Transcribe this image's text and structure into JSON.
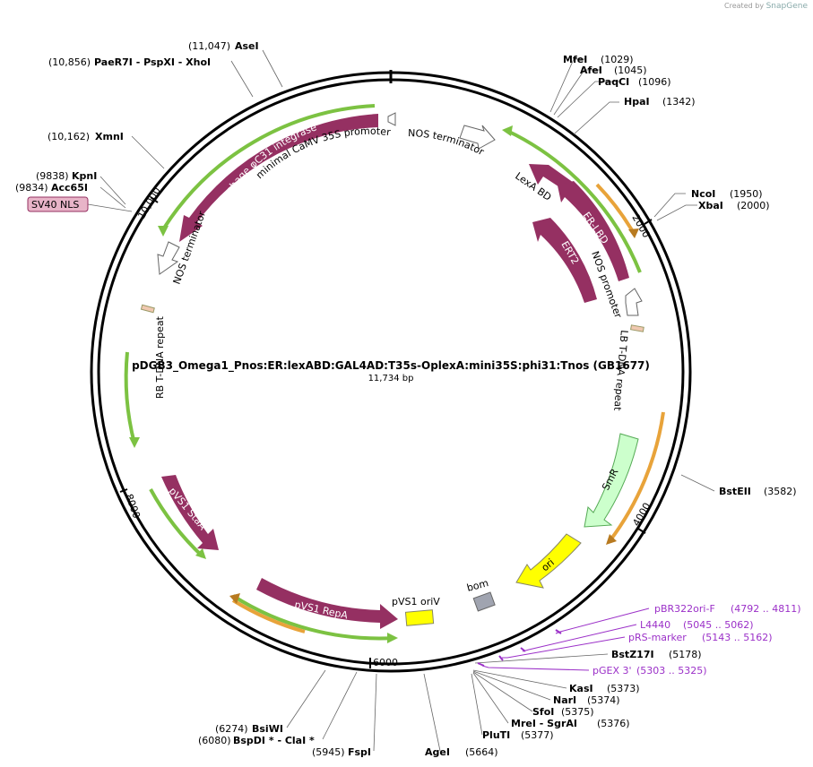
{
  "credit": {
    "created_by": "Created by",
    "brand": "SnapGene"
  },
  "plasmid": {
    "name": "pDGB3_Omega1_Pnos:ER:lexABD:GAL4AD:T35s-OplexA:mini35S:phi31:Tnos (GB1677)",
    "size": "11,734 bp"
  },
  "ticks": [
    "2000",
    "4000",
    "6000",
    "8000",
    "10,000"
  ],
  "sites": [
    {
      "name": "AseI",
      "pos": "(11,047)"
    },
    {
      "name": "PaeR7I - PspXI - XhoI",
      "pos": "(10,856)"
    },
    {
      "name": "XmnI",
      "pos": "(10,162)"
    },
    {
      "name": "KpnI",
      "pos": "(9838)"
    },
    {
      "name": "Acc65I",
      "pos": "(9834)"
    },
    {
      "name": "MfeI",
      "pos": "(1029)"
    },
    {
      "name": "AfeI",
      "pos": "(1045)"
    },
    {
      "name": "PaqCI",
      "pos": "(1096)"
    },
    {
      "name": "HpaI",
      "pos": "(1342)"
    },
    {
      "name": "NcoI",
      "pos": "(1950)"
    },
    {
      "name": "XbaI",
      "pos": "(2000)"
    },
    {
      "name": "BstEII",
      "pos": "(3582)"
    },
    {
      "name": "BstZ17I",
      "pos": "(5178)"
    },
    {
      "name": "KasI",
      "pos": "(5373)"
    },
    {
      "name": "NarI",
      "pos": "(5374)"
    },
    {
      "name": "SfoI",
      "pos": "(5375)"
    },
    {
      "name": "MreI - SgrAI",
      "pos": "(5376)"
    },
    {
      "name": "PluTI",
      "pos": "(5377)"
    },
    {
      "name": "AgeI",
      "pos": "(5664)"
    },
    {
      "name": "FspI",
      "pos": "(5945)"
    },
    {
      "name": "BspDI * - ClaI *",
      "pos": "(6080)"
    },
    {
      "name": "BsiWI",
      "pos": "(6274)"
    }
  ],
  "primers": [
    {
      "name": "pBR322ori-F",
      "range": "(4792 .. 4811)"
    },
    {
      "name": "L4440",
      "range": "(5045 .. 5062)"
    },
    {
      "name": "pRS-marker",
      "range": "(5143 .. 5162)"
    },
    {
      "name": "pGEX 3'",
      "range": "(5303 .. 5325)"
    }
  ],
  "features": {
    "sv40_nls": "SV40 NLS",
    "phage": "phage φC31 integrase",
    "mini35s": "minimal CaMV 35S promoter",
    "nos_term_top": "NOS terminator",
    "nos_term_left": "NOS terminator",
    "lexa": "LexA BD",
    "erlbd": "ER-LBD",
    "ert2": "ERT2",
    "nos_prom": "NOS promoter",
    "lb": "LB T-DNA repeat",
    "rb": "RB T-DNA repeat",
    "smr": "SmR",
    "ori": "ori",
    "bom": "bom",
    "pvs1_ori": "pVS1 oriV",
    "pvs1_repa": "pVS1 RepA",
    "pvs1_staa": "pVS1 StaA"
  },
  "colors": {
    "protein": "#953062",
    "green": "#7cc242",
    "orange": "#e8a33a",
    "ori": "#ffff00",
    "smr": "#ccffcc",
    "bom": "#a0a4b0",
    "primer": "#9b30c8",
    "nls": "#e8b4c8"
  }
}
